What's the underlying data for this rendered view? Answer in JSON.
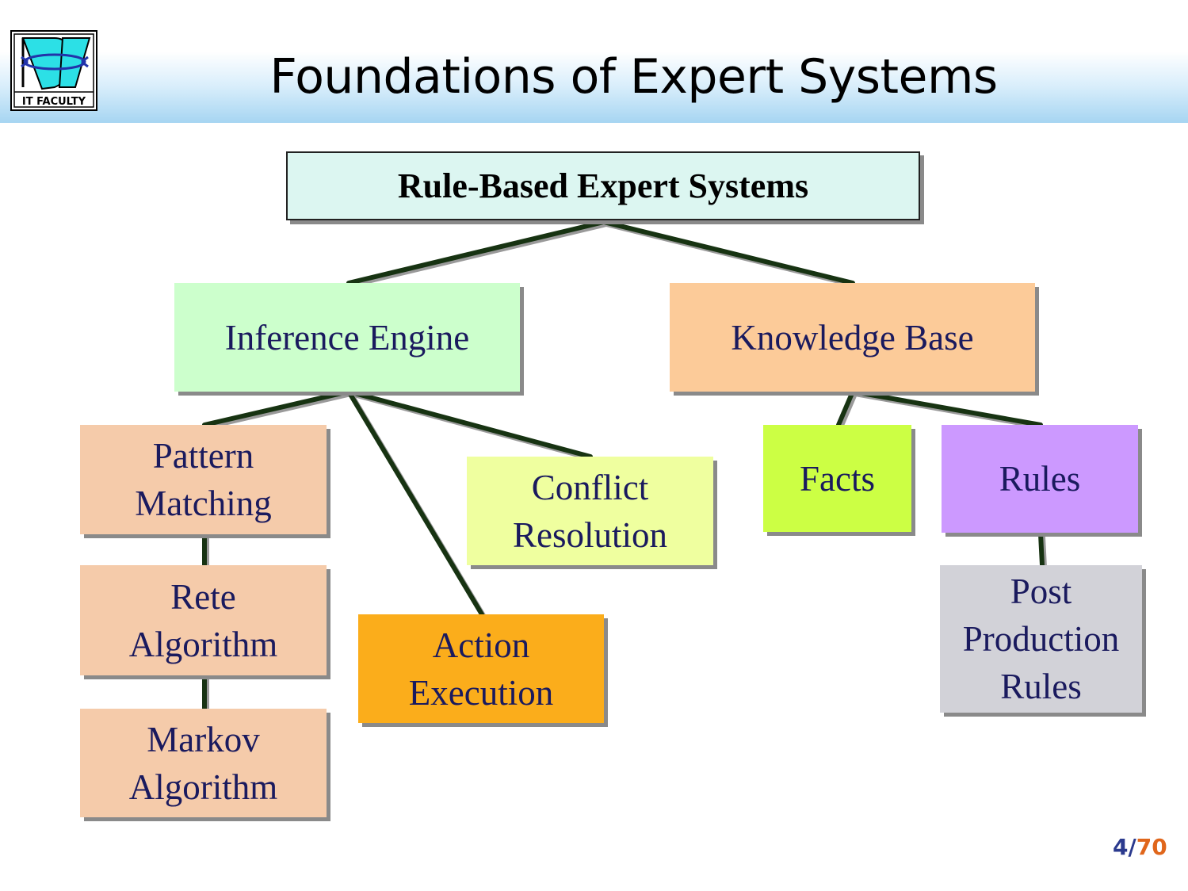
{
  "slide": {
    "title": "Foundations of Expert Systems",
    "logo_text": "IT FACULTY",
    "page_current": "4",
    "page_total": "70"
  },
  "diagram": {
    "root": "Rule-Based Expert Systems",
    "inference_engine": "Inference Engine",
    "knowledge_base": "Knowledge Base",
    "pattern_matching": [
      "Pattern",
      "Matching"
    ],
    "rete_algorithm": [
      "Rete",
      "Algorithm"
    ],
    "markov_algorithm": [
      "Markov",
      "Algorithm"
    ],
    "conflict_resolution": [
      "Conflict",
      "Resolution"
    ],
    "action_execution": [
      "Action",
      "Execution"
    ],
    "facts": "Facts",
    "rules": "Rules",
    "post_production_rules": [
      "Post",
      "Production",
      "Rules"
    ]
  },
  "colors": {
    "root_fill": "#dcf6f1",
    "inference_fill": "#ccffcc",
    "knowledge_fill": "#fccb99",
    "pattern_fill": "#f5cbaa",
    "conflict_fill": "#efff9f",
    "action_fill": "#fbad1b",
    "facts_fill": "#ccff44",
    "rules_fill": "#cc99ff",
    "post_fill": "#d2d2d8",
    "connector": "#173312"
  }
}
